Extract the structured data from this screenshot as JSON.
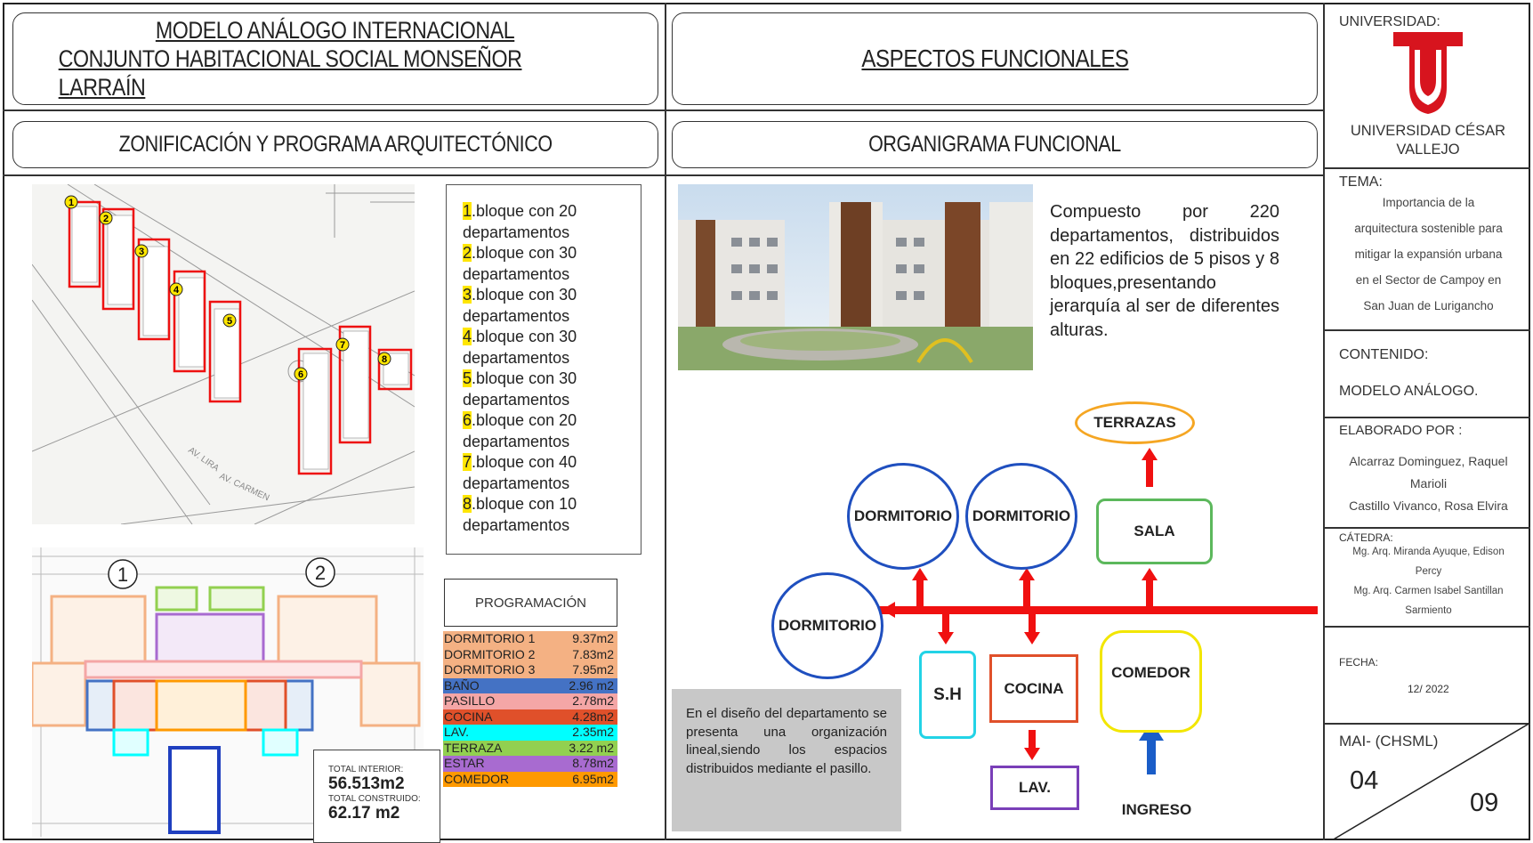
{
  "header": {
    "title_line1": "MODELO ANÁLOGO INTERNACIONAL",
    "title_line2": "CONJUNTO HABITACIONAL SOCIAL MONSEÑOR LARRAÍN",
    "aspects": "ASPECTOS FUNCIONALES",
    "zonification": "ZONIFICACIÓN Y PROGRAMA ARQUITECTÓNICO",
    "organigram": "ORGANIGRAMA FUNCIONAL"
  },
  "university": {
    "label": "UNIVERSIDAD:",
    "name": "UNIVERSIDAD CÉSAR VALLEJO",
    "brand_color": "#d7141e"
  },
  "sidebar": {
    "tema_label": "TEMA:",
    "tema_lines": [
      "Importancia de la",
      "arquitectura sostenible para",
      "mitigar la expansión urbana",
      "en el Sector de Campoy en",
      "San Juan de Lurigancho"
    ],
    "contenido_label": "CONTENIDO:",
    "contenido_value": "MODELO ANÁLOGO.",
    "elaborado_label": "ELABORADO POR :",
    "authors": [
      "Alcarraz Dominguez, Raquel",
      "Marioli",
      "Castillo Vivanco, Rosa Elvira"
    ],
    "catedra_label": "CÁTEDRA:",
    "catedra_lines": [
      "Mg. Arq. Miranda Ayuque, Edison",
      "Percy",
      "Mg. Arq. Carmen Isabel Santillan",
      "Sarmiento"
    ],
    "fecha_label": "FECHA:",
    "fecha_value": "12/ 2022",
    "code": "MAI- (CHSML)",
    "sheet": "04",
    "total_sheets": "09"
  },
  "site_plan": {
    "street_labels": [
      "AV. LIRA",
      "AV. CARMEN"
    ],
    "markers": [
      "1",
      "2",
      "3",
      "4",
      "5",
      "6",
      "7",
      "8"
    ]
  },
  "blocks": [
    {
      "num": "1",
      "text": ".bloque con 20",
      "sub": "departamentos"
    },
    {
      "num": "2",
      "text": ".bloque con 30",
      "sub": "departamentos"
    },
    {
      "num": "3",
      "text": ".bloque con 30",
      "sub": "departamentos"
    },
    {
      "num": "4",
      "text": ".bloque con 30",
      "sub": "departamentos"
    },
    {
      "num": "5",
      "text": ".bloque con 30",
      "sub": "departamentos"
    },
    {
      "num": "6",
      "text": ".bloque con 20",
      "sub": "departamentos"
    },
    {
      "num": "7",
      "text": ".bloque con 40",
      "sub": "departamentos"
    },
    {
      "num": "8",
      "text": ".bloque con 10",
      "sub": "departamentos"
    }
  ],
  "floor_plan": {
    "unit_labels": [
      "1",
      "2"
    ],
    "total_interior_label": "TOTAL INTERIOR:",
    "total_interior_value": "56.513m2",
    "total_built_label": "TOTAL CONSTRUIDO:",
    "total_built_value": "62.17 m2"
  },
  "programacion": {
    "title": "PROGRAMACIÓN",
    "rows": [
      {
        "name": "DORMITORIO 1",
        "area": "9.37m2",
        "color": "#f4b183"
      },
      {
        "name": "DORMITORIO 2",
        "area": "7.83m2",
        "color": "#f4b183"
      },
      {
        "name": "DORMITORIO 3",
        "area": "7.95m2",
        "color": "#f4b183"
      },
      {
        "name": "BAÑO",
        "area": "2.96 m2",
        "color": "#4472c4"
      },
      {
        "name": "PASILLO",
        "area": "2.78m2",
        "color": "#f4a6a6"
      },
      {
        "name": "COCINA",
        "area": "4.28m2",
        "color": "#e0502a"
      },
      {
        "name": "LAV.",
        "area": "2.35m2",
        "color": "#00ffff"
      },
      {
        "name": "TERRAZA",
        "area": "3.22 m2",
        "color": "#92d050"
      },
      {
        "name": "ESTAR",
        "area": "8.78m2",
        "color": "#a86bd0"
      },
      {
        "name": "COMEDOR",
        "area": "6.95m2",
        "color": "#ff9900"
      }
    ]
  },
  "description": "Compuesto por 220 departamentos, distribuidos en 22 edificios de 5 pisos y 8 bloques,presentando jerarquía al ser de diferentes alturas.",
  "organigram": {
    "terrazas": "TERRAZAS",
    "sala": "SALA",
    "dorm1": "DORMITORIO",
    "dorm2": "DORMITORIO",
    "dorm3": "DORMITORIO",
    "sh": "S.H",
    "cocina": "COCINA",
    "comedor": "COMEDOR",
    "lav": "LAV.",
    "ingreso": "INGRESO"
  },
  "note": "En el diseño del departamento se presenta una organización lineal,siendo los espacios distribuidos mediante el pasillo."
}
